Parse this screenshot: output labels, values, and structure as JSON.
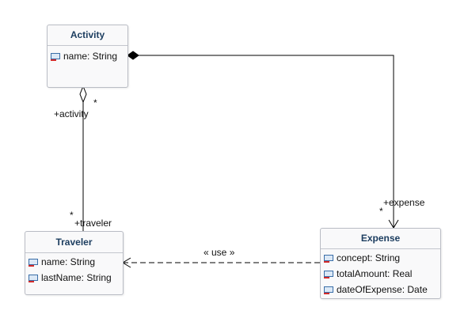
{
  "classes": {
    "activity": {
      "name": "Activity",
      "attributes": [
        "name: String"
      ]
    },
    "traveler": {
      "name": "Traveler",
      "attributes": [
        "name: String",
        "lastName: String"
      ]
    },
    "expense": {
      "name": "Expense",
      "attributes": [
        "concept: String",
        "totalAmount: Real",
        "dateOfExpense: Date"
      ]
    }
  },
  "associations": {
    "activity_traveler": {
      "end_activity_role": "+activity",
      "end_activity_multiplicity": "*",
      "end_traveler_role": "+traveler",
      "end_traveler_multiplicity": "*"
    },
    "activity_expense": {
      "end_expense_role": "+expense",
      "end_expense_multiplicity": "*"
    },
    "expense_traveler": {
      "stereotype": "« use »"
    }
  },
  "colors": {
    "class_title": "#1d3e60",
    "class_fill": "#f9f9fa",
    "class_border": "#b9bcc4",
    "line": "#000000"
  }
}
